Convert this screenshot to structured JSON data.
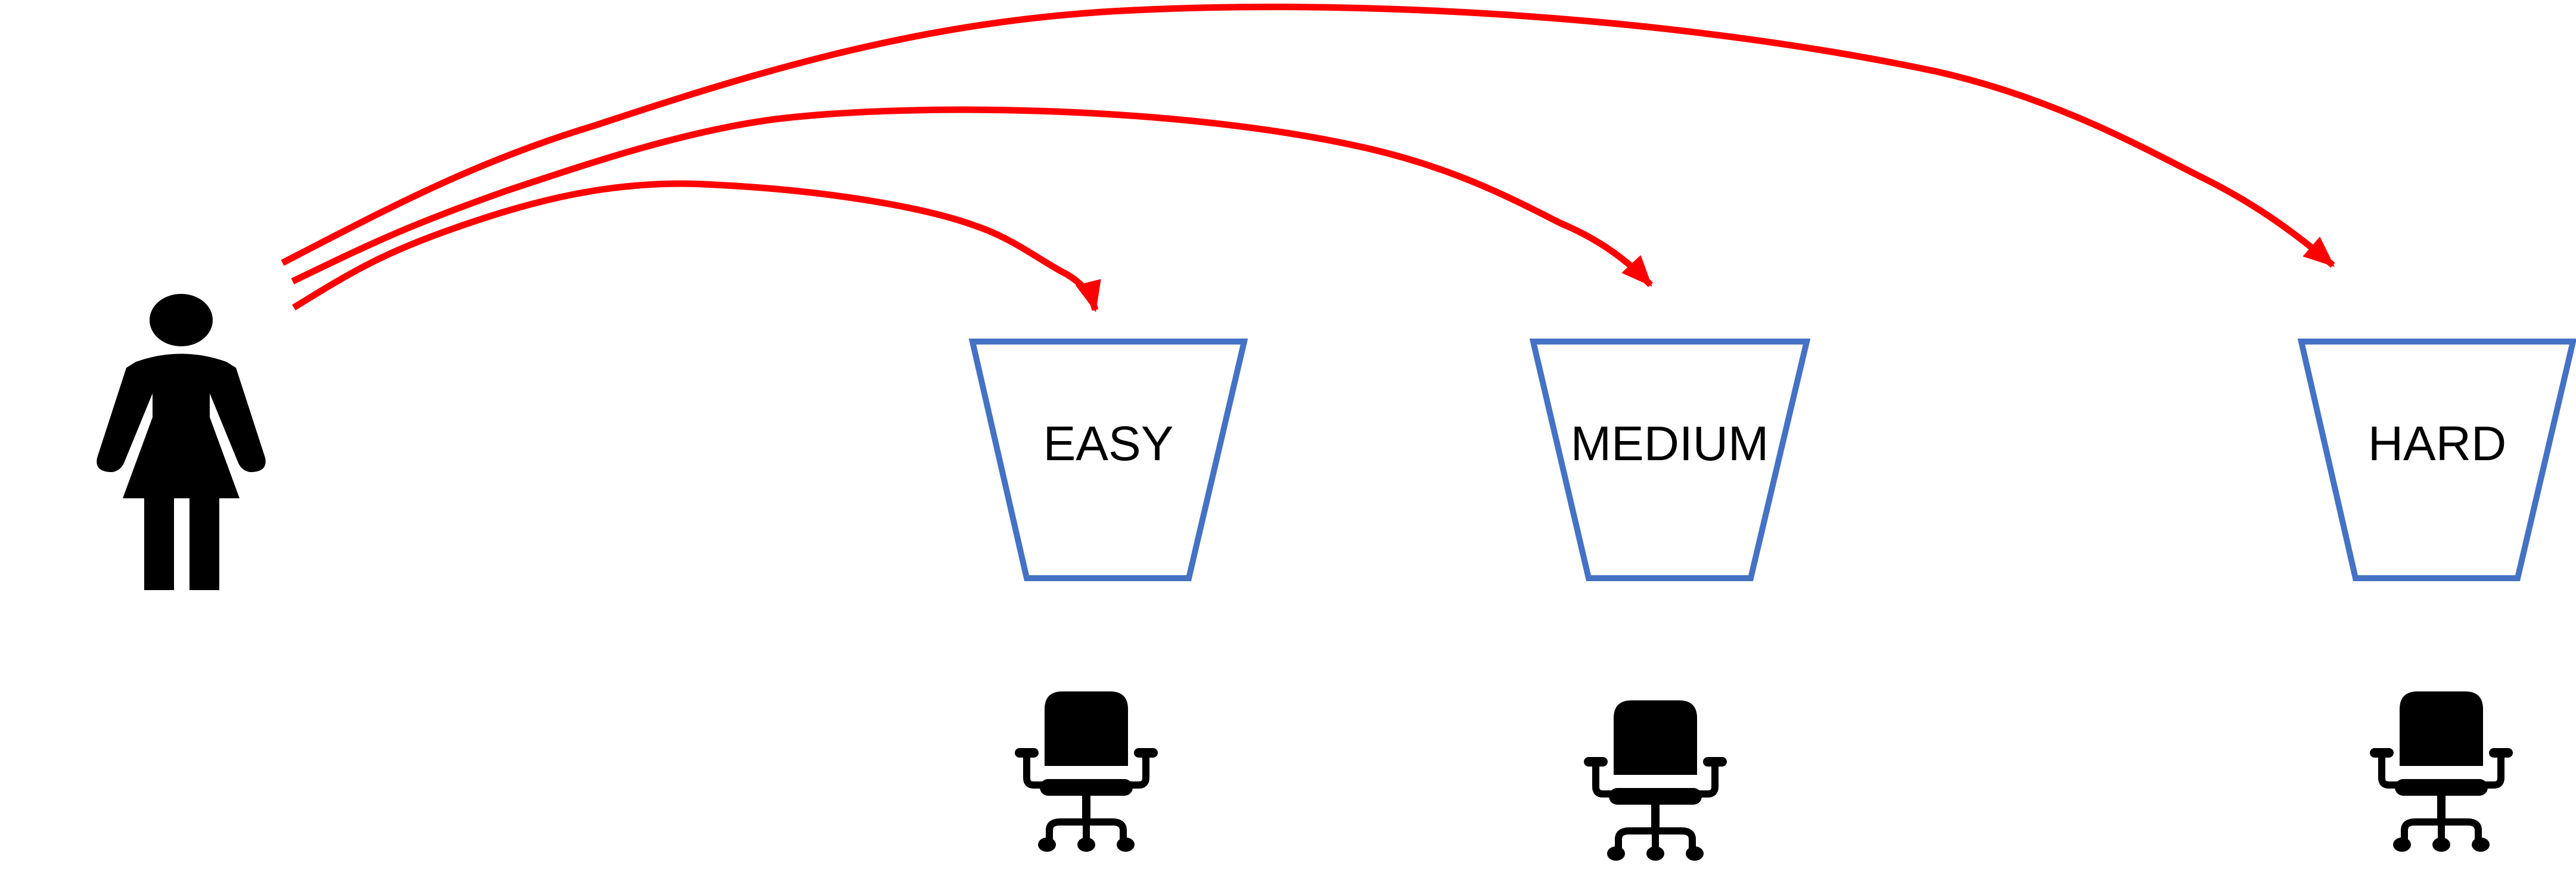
{
  "colors": {
    "arrow": "#ff0000",
    "bin_outline": "#4472c4",
    "figure": "#000000",
    "background": "#ffffff"
  },
  "person": {
    "icon": "woman-icon"
  },
  "bins": [
    {
      "label": "EASY",
      "chair_icon": "office-chair-icon"
    },
    {
      "label": "MEDIUM",
      "chair_icon": "office-chair-icon"
    },
    {
      "label": "HARD",
      "chair_icon": "office-chair-icon"
    }
  ]
}
